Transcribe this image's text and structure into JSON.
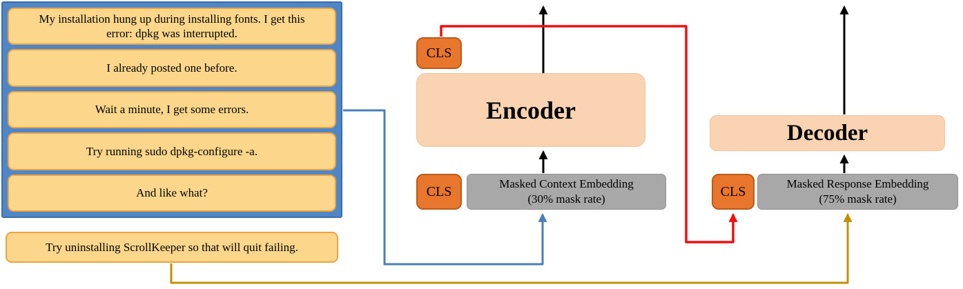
{
  "context": {
    "messages": [
      "My installation hung up during installing fonts. I get this error: dpkg was interrupted.",
      "I already posted one before.",
      "Wait a minute, I get some errors.",
      "Try running sudo dpkg-configure -a.",
      "And like what?"
    ]
  },
  "response": {
    "text": "Try uninstalling ScrollKeeper so that will quit failing."
  },
  "encoder": {
    "label": "Encoder",
    "cls": "CLS",
    "embedding_cls": "CLS",
    "embedding_title": "Masked Context Embedding",
    "embedding_subtitle": "(30% mask rate)"
  },
  "decoder": {
    "label": "Decoder",
    "embedding_cls": "CLS",
    "embedding_title": "Masked Response Embedding",
    "embedding_subtitle": "(75% mask rate)"
  },
  "colors": {
    "context_panel": "#4e86c8",
    "context_panel_border": "#3d6ea8",
    "message_fill": "#fcd78b",
    "message_border": "#eca23e",
    "cls_fill": "#e8762c",
    "cls_border": "#bc5a19",
    "block_fill": "#fad3b3",
    "block_border": "#f0c49e",
    "embedding_fill": "#a8a8a8",
    "embedding_border": "#909090",
    "arrow_black": "#000000",
    "wire_blue": "#4a7ebb",
    "wire_red": "#ee1010",
    "wire_olive": "#bf9000"
  }
}
